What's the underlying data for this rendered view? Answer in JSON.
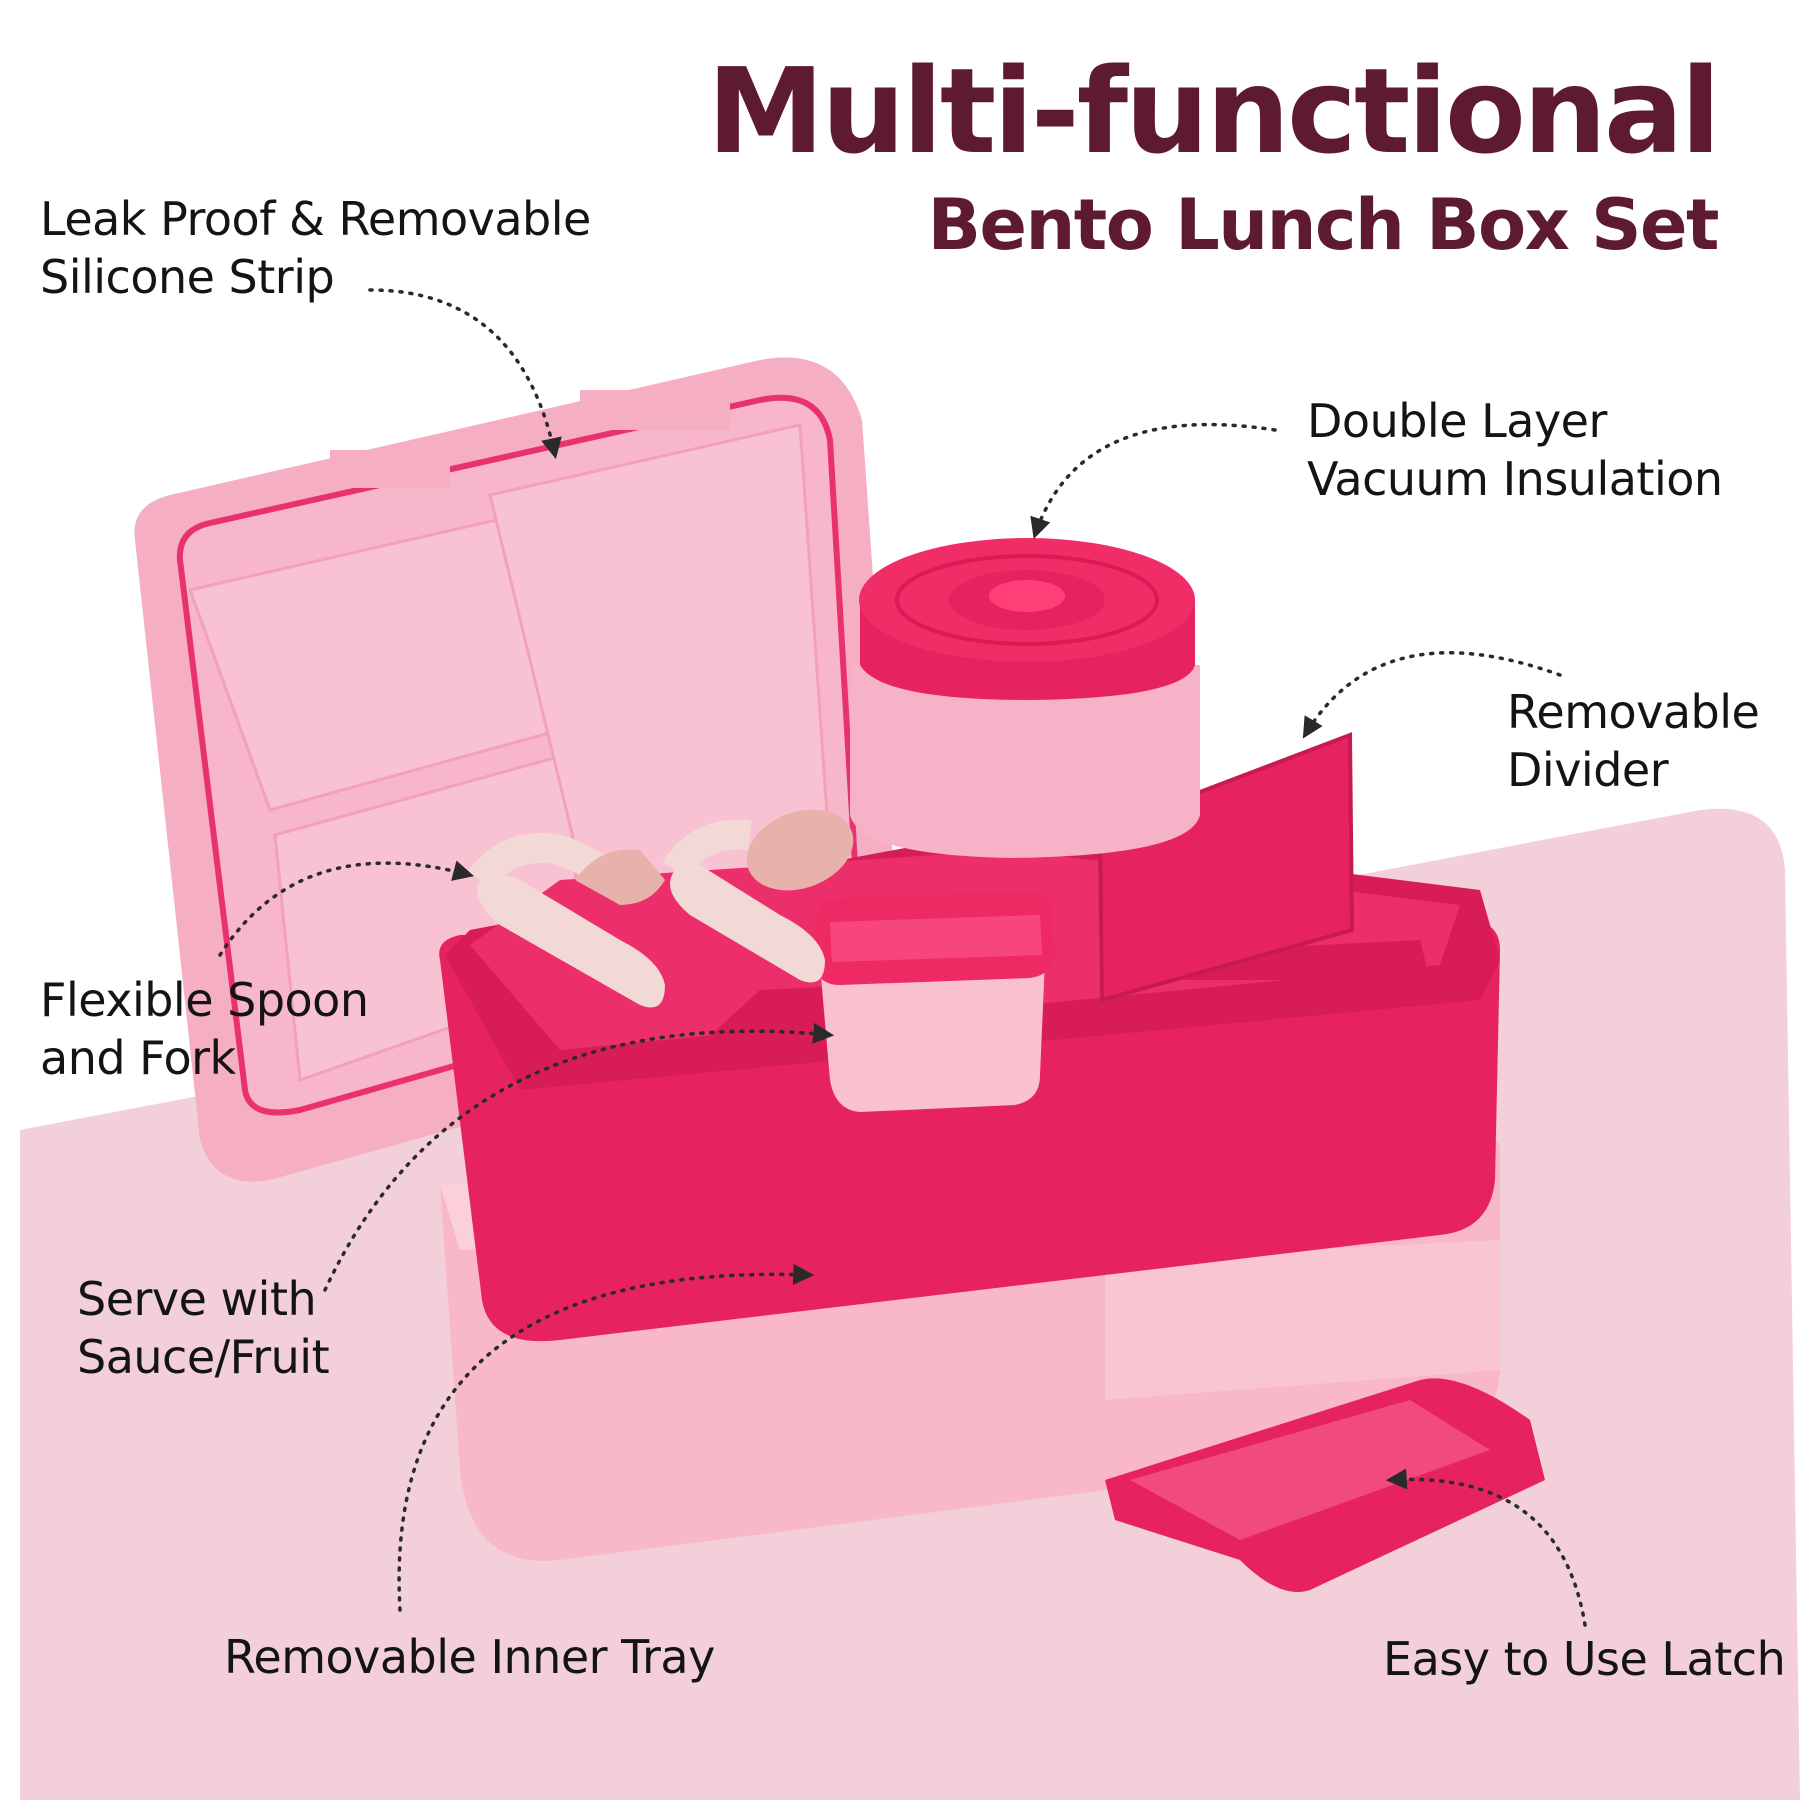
{
  "heading": {
    "title": "Multi-functional",
    "subtitle": "Bento Lunch Box Set"
  },
  "callouts": {
    "leak_proof": {
      "line1": "Leak Proof & Removable",
      "line2": "Silicone Strip"
    },
    "double_layer": {
      "line1": "Double Layer",
      "line2": "Vacuum Insulation"
    },
    "divider": {
      "line1": "Removable",
      "line2": "Divider"
    },
    "spoon_fork": {
      "line1": "Flexible Spoon",
      "line2": "and Fork"
    },
    "sauce": {
      "line1": "Serve with",
      "line2": "Sauce/Fruit"
    },
    "inner_tray": {
      "line1": "Removable Inner Tray"
    },
    "latch": {
      "line1": "Easy to Use Latch"
    }
  },
  "colors": {
    "heading": "#5e1a2e",
    "text": "#141414",
    "backdrop": "#f2cfd9",
    "lid_pink": "#f6aec3",
    "tray_magenta": "#e6235f",
    "base_pink": "#f8b8c8"
  }
}
